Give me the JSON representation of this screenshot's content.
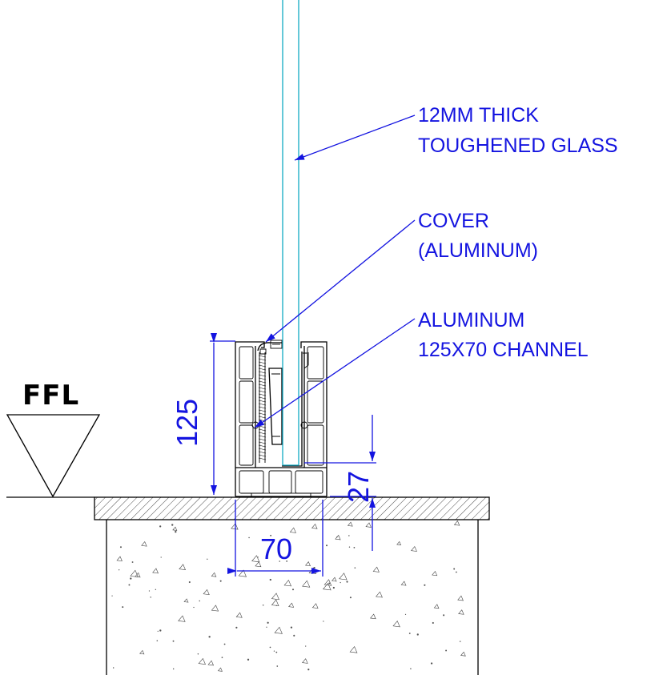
{
  "callouts": {
    "glass_line1": "12MM THICK",
    "glass_line2": "TOUGHENED GLASS",
    "cover_line1": "COVER",
    "cover_line2": "(ALUMINUM)",
    "channel_line1": "ALUMINUM",
    "channel_line2": "125X70 CHANNEL"
  },
  "dimensions": {
    "height": "125",
    "width": "70",
    "recess": "27"
  },
  "level_marker": {
    "label": "FFL"
  },
  "colors": {
    "annotation": "#1414e0",
    "glass": "#12aac4",
    "linework": "#000000",
    "background": "#ffffff"
  }
}
